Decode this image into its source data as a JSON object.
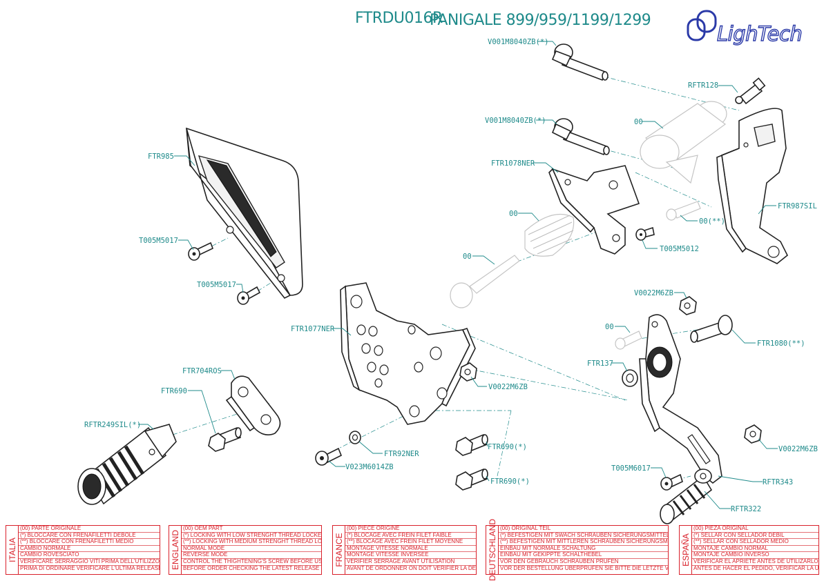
{
  "title": {
    "code": "FTRDU016R",
    "model": "PANIGALE 899/959/1199/1299"
  },
  "brand": {
    "name": "LighTech"
  },
  "labels": {
    "v001_top": "V001M8040ZB(*)",
    "rftr128": "RFTR128",
    "v001_mid": "V001M8040ZB(*)",
    "oo_top": "00",
    "ftr1078": "FTR1078NER",
    "ftr987": "FTR987SIL",
    "oo_spring": "00",
    "oo_small": "00(**)",
    "t005_5012": "T005M5012",
    "oo_bolt": "00",
    "ftr985": "FTR985",
    "t005_a": "T005M5017",
    "t005_b": "T005M5017",
    "ftr1077": "FTR1077NER",
    "v0022_top": "V0022M6ZB",
    "oo_mid": "00",
    "ftr1080": "FTR1080(**)",
    "ftr137": "FTR137",
    "v0022_mid": "V0022M6ZB",
    "ftr704": "FTR704ROS",
    "ftr690": "FTR690",
    "rftr249": "RFTR249SIL(*)",
    "ftr92": "FTR92NER",
    "v023": "V023M6014ZB",
    "ftr690_a": "FTR690(*)",
    "ftr690_b": "FTR690(*)",
    "v0022_low": "V0022M6ZB",
    "t005_6017": "T005M6017",
    "rftr343": "RFTR343",
    "rftr322": "RFTR322"
  },
  "notes": [
    {
      "lang": "ITALIA",
      "rows": [
        "(00) PARTE ORIGINALE",
        "(*)   BLOCCARE CON FRENAFILETTI DEBOLE",
        "(**)  BLOCCARE CON FRENAFILETTI MEDIO",
        "CAMBIO NORMALE",
        "CAMBIO ROVESCIATO",
        "VERIFICARE SERRAGGIO VITI PRIMA DELL'UTILIZZO",
        "PRIMA DI ORDINARE VERIFICARE L'ULTIMA RELEASE SUL SITO"
      ]
    },
    {
      "lang": "ENGLAND",
      "rows": [
        "(00) OEM PART",
        "(*)   LOCKING WITH LOW STRENGHT THREAD LOCKER",
        "(**)  LOCKING WITH MEDIUM STRENGHT THREAD LOCKER",
        "NORMAL MODE",
        "REVERSE MODE",
        "CONTROL THE THIGHTENING'S SCREW BEFORE USING",
        "BEFORE ORDER CHECKING THE LATEST RELEASE ON WEBSITE"
      ]
    },
    {
      "lang": "FRANCE",
      "rows": [
        "(00) PIECE ORIGINE",
        "(*)   BLOCAGE AVEC FREIN FILET FAIBLE",
        "(**)  BLOCAGE AVEC FREIN FILET MOYENNE",
        "MONTAGE VITESSE NORMALE",
        "MONTAGE VITESSE INVERSEE",
        "VERIFIER SERRAGE AVANT UTILISATION",
        "AVANT DE ORDONNER ON DOIT VÉRIFIER LA DERNIERE RELEASE SUR LE SITE INTERNET"
      ]
    },
    {
      "lang": "DEUTSCHLAND",
      "rows": [
        "(00) ORIGINAL TEIL",
        "(*)   BEFESTIGEN MIT SWACH SCHRAUBEN SICHERUNGSMITTEL",
        "(**)  BEFESTIGEN MIT MITTLEREN SCHRAUBEN SICHERUNGSMITTEL",
        "EINBAU MIT NORMALE SCHALTUNG",
        "EINBAU MIT GEKIPPTE SCHALTHEBEL",
        "VOR DEN GEBRAUCH SCHRAUBEN PRÜFEN",
        "VOR DER BESTELLUNG ÜBERPRÜFEN SIE BITTE DIE LETZTE VERSION DIESER ARTIKEL AUF DER INTERNET SEITE VON LIGHTECH"
      ]
    },
    {
      "lang": "ESPAÑA",
      "rows": [
        "(00) PIEZA ORIGINAL",
        "(*)   SELLAR CON SELLADOR DEBIL",
        "(**)  SELLAR CON SELLADOR MEDIO",
        "MONTAJE  CAMBIO NORMAL",
        "MONTAJE CAMBIO INVERSO",
        "VERIFICAR EL APRIETE ANTES DE UTILIZARLO",
        "ANTES DE HACER EL PEDIDO, VERIFICAR LA ULTIMA VERSION EN LA WEB LIGHTECH"
      ]
    }
  ],
  "colors": {
    "accent": "#1e8a8a",
    "notes": "#d9202a",
    "brand": "#2b3aa8"
  }
}
